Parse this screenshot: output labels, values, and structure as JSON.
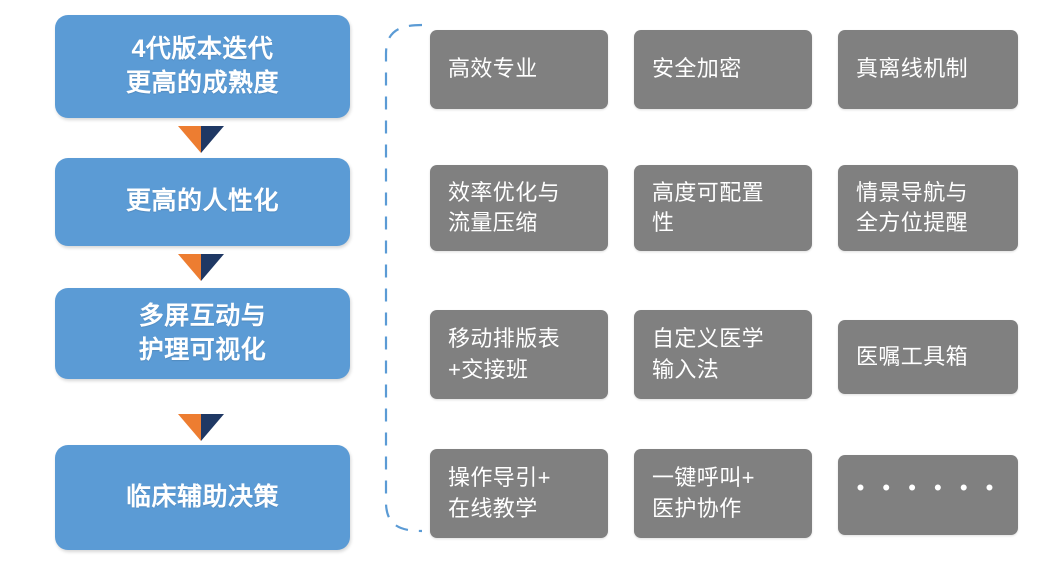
{
  "diagram": {
    "type": "flow-plus-feature-grid",
    "colors": {
      "flow_box": "#5B9BD5",
      "tile": "#808080",
      "text": "#FFFFFF",
      "arrow_left": "#ED7D31",
      "arrow_right": "#1F3864",
      "bracket": "#5B9BD5"
    }
  },
  "flow": {
    "steps": [
      {
        "label": "4代版本迭代\n更高的成熟度"
      },
      {
        "label": "更高的人性化"
      },
      {
        "label": "多屏互动与\n护理可视化"
      },
      {
        "label": "临床辅助决策"
      }
    ],
    "connectors": [
      {
        "name": "chevron-arrow-1"
      },
      {
        "name": "chevron-arrow-2"
      },
      {
        "name": "chevron-arrow-3"
      }
    ]
  },
  "bracket": {
    "name": "dashed-brace",
    "style": "dashed"
  },
  "features": {
    "rows": [
      [
        {
          "label": "高效专业"
        },
        {
          "label": "安全加密"
        },
        {
          "label": "真离线机制"
        }
      ],
      [
        {
          "label": "效率优化与\n流量压缩"
        },
        {
          "label": "高度可配置\n性"
        },
        {
          "label": "情景导航与\n全方位提醒"
        }
      ],
      [
        {
          "label": "移动排版表\n+交接班"
        },
        {
          "label": "自定义医学\n输入法"
        },
        {
          "label": "医嘱工具箱"
        }
      ],
      [
        {
          "label": "操作导引+\n在线教学"
        },
        {
          "label": "一键呼叫+\n医护协作"
        },
        {
          "label": "• • • • • •"
        }
      ]
    ]
  }
}
